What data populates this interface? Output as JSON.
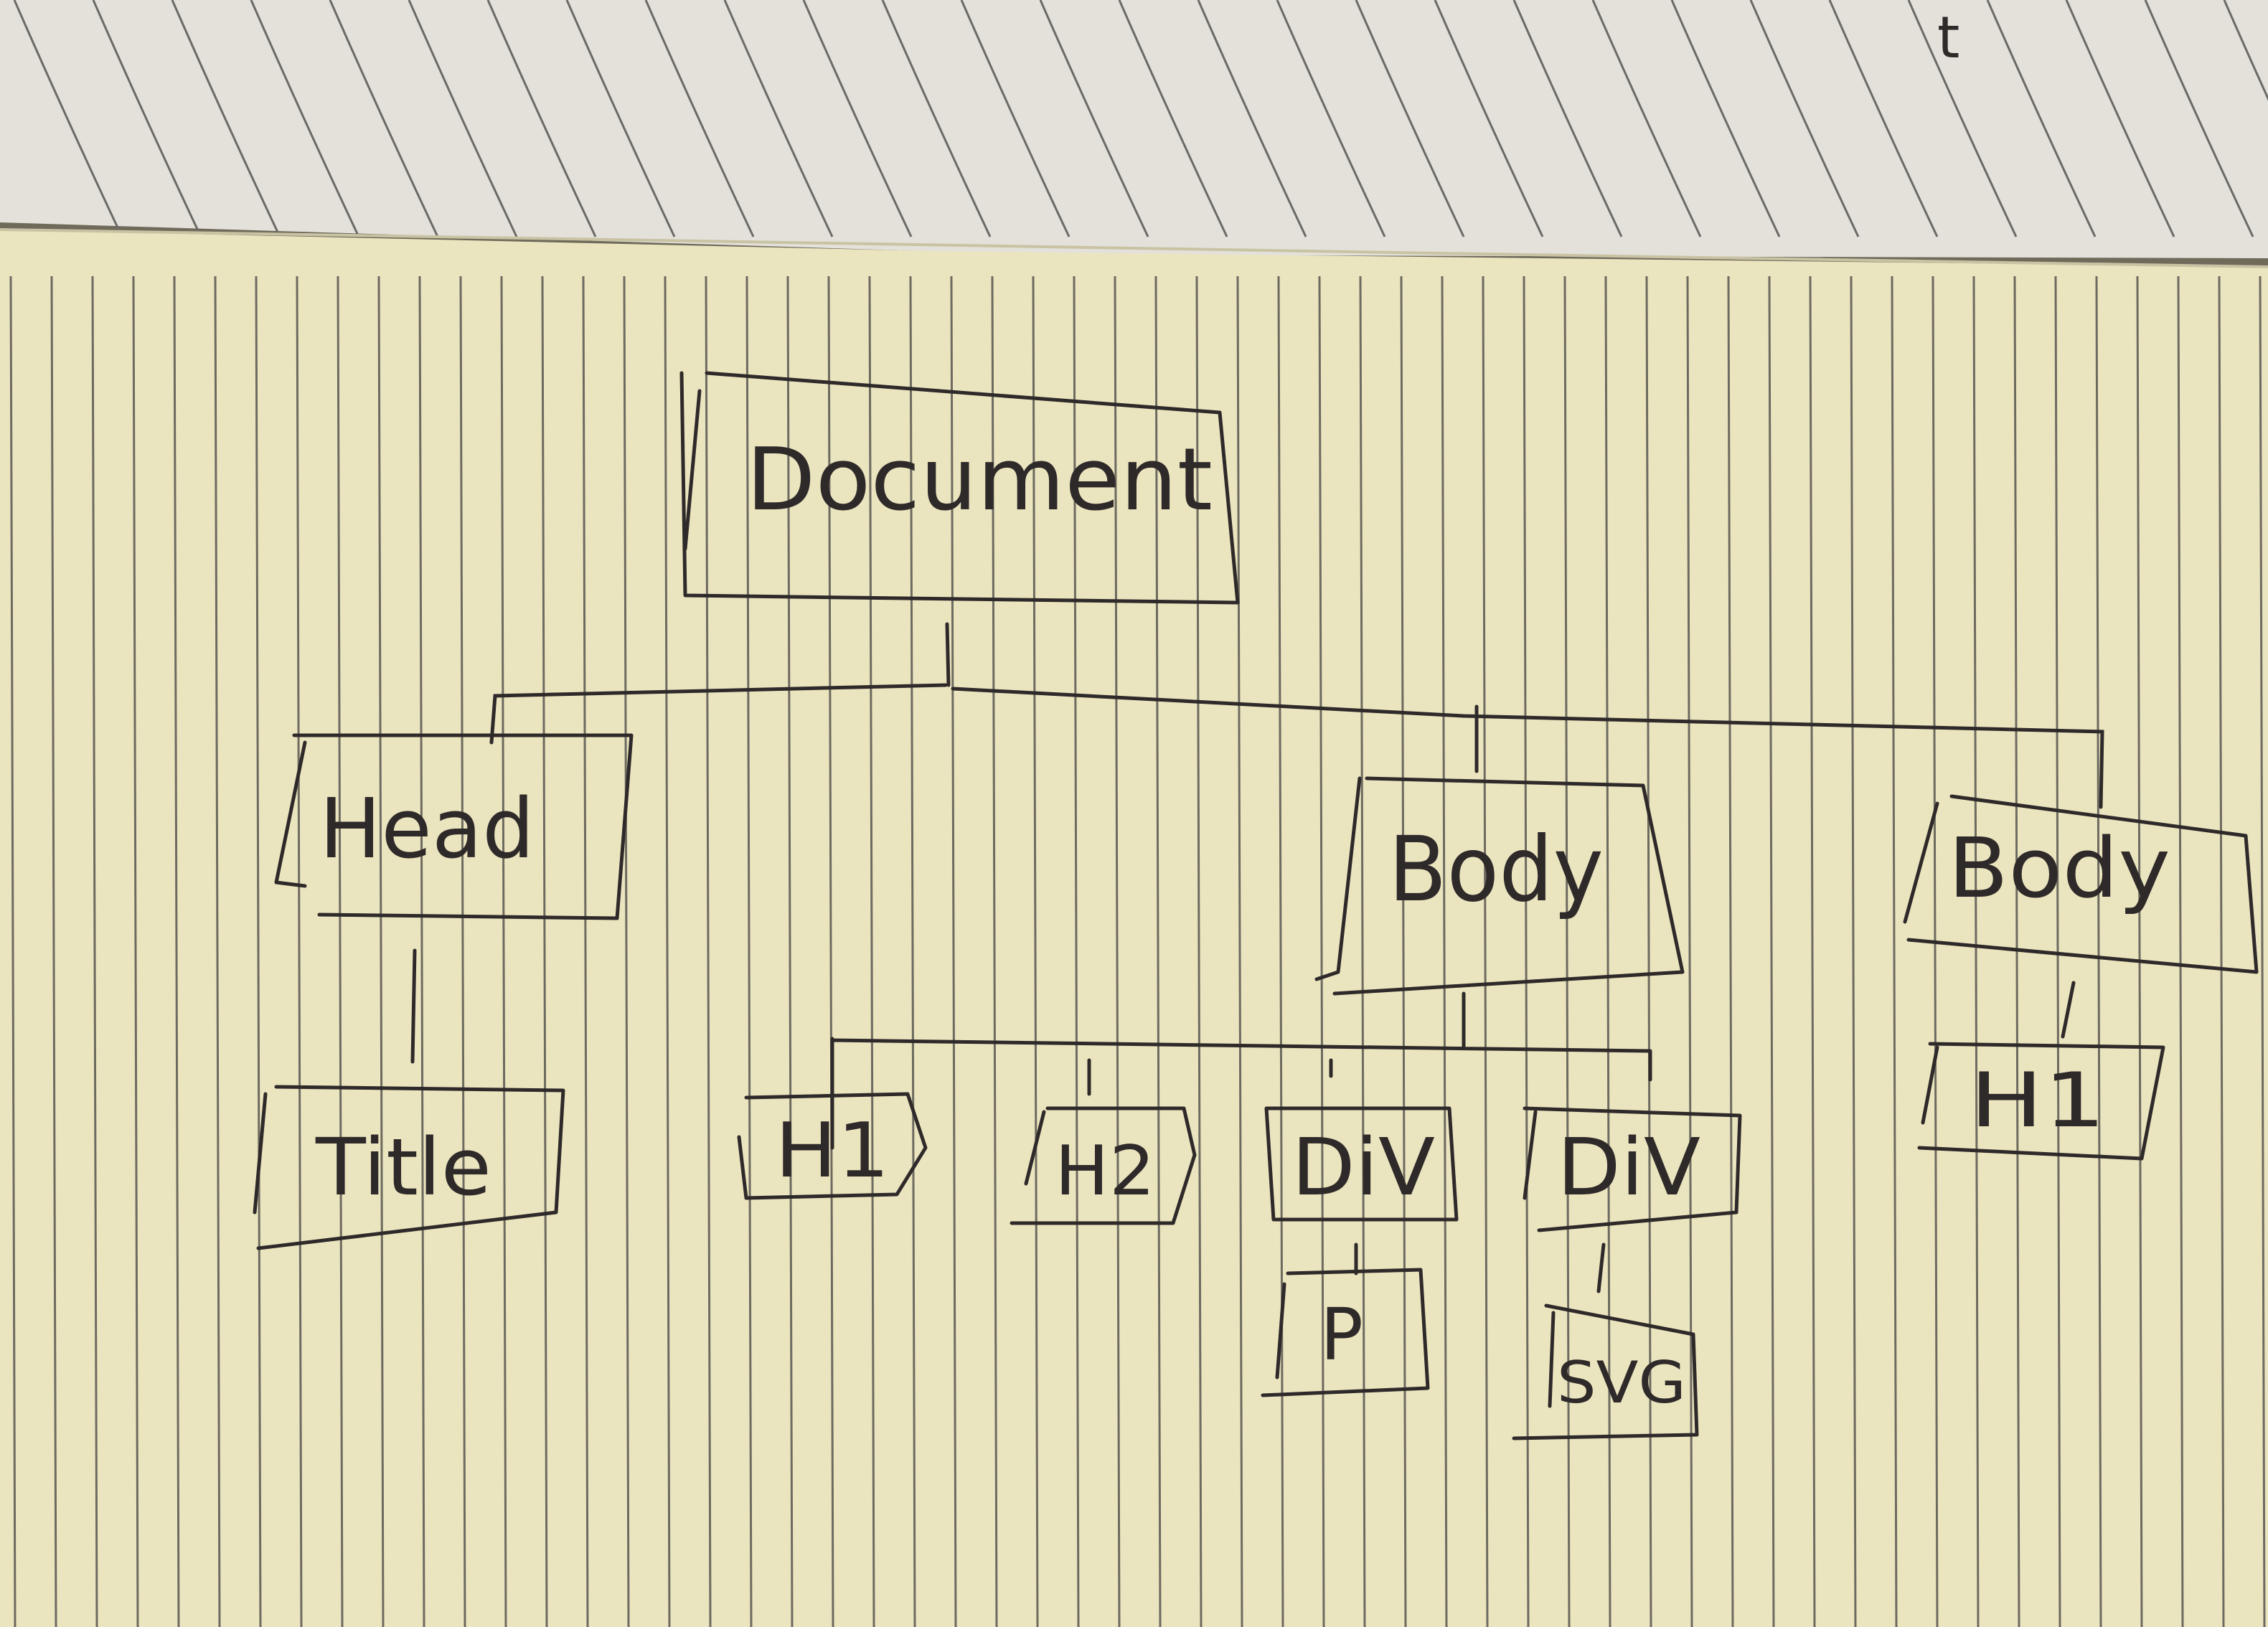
{
  "diagram": {
    "nodes": [
      {
        "id": "document",
        "label": "Document"
      },
      {
        "id": "head",
        "label": "Head"
      },
      {
        "id": "body1",
        "label": "Body"
      },
      {
        "id": "body2",
        "label": "Body"
      },
      {
        "id": "title",
        "label": "Title"
      },
      {
        "id": "h1a",
        "label": "H1"
      },
      {
        "id": "h2",
        "label": "H2"
      },
      {
        "id": "div1",
        "label": "DiV"
      },
      {
        "id": "div2",
        "label": "DiV"
      },
      {
        "id": "h1b",
        "label": "H1"
      },
      {
        "id": "p",
        "label": "P"
      },
      {
        "id": "svg",
        "label": "SVG"
      }
    ],
    "edges": [
      [
        "document",
        "head"
      ],
      [
        "document",
        "body1"
      ],
      [
        "document",
        "body2"
      ],
      [
        "head",
        "title"
      ],
      [
        "body1",
        "h1a"
      ],
      [
        "body1",
        "h2"
      ],
      [
        "body1",
        "div1"
      ],
      [
        "body1",
        "div2"
      ],
      [
        "body2",
        "h1b"
      ],
      [
        "div1",
        "p"
      ],
      [
        "div2",
        "svg"
      ]
    ],
    "corner_mark": "t"
  },
  "colors": {
    "paper": "#ebe5bf",
    "page_top": "#e4e2dc",
    "ink": "#2f2a2a"
  }
}
